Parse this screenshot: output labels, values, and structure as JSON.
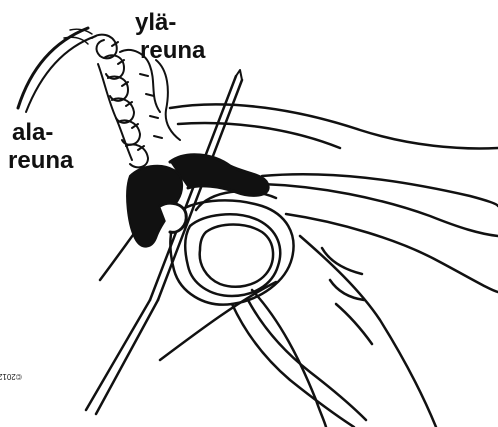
{
  "labels": {
    "upper_edge_line1": "ylä-",
    "upper_edge_line2": "reuna",
    "lower_edge_line1": "ala-",
    "lower_edge_line2": "reuna"
  },
  "copyright": "©2012",
  "colors": {
    "ink": "#111111",
    "background": "#ffffff"
  }
}
